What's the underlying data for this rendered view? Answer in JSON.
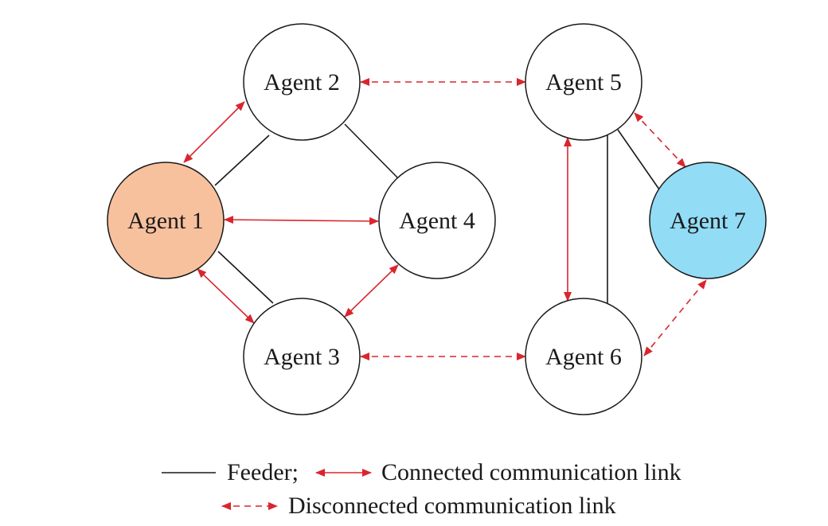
{
  "colors": {
    "feeder": "#1a1a1a",
    "link": "#d9262e",
    "agent_default_fill": "#ffffff",
    "agent_1_fill": "#f8c19d",
    "agent_7_fill": "#92dcf6"
  },
  "agents": [
    {
      "id": "a1",
      "label": "Agent 1",
      "fill": "#f8c19d"
    },
    {
      "id": "a2",
      "label": "Agent 2",
      "fill": "#ffffff"
    },
    {
      "id": "a3",
      "label": "Agent 3",
      "fill": "#ffffff"
    },
    {
      "id": "a4",
      "label": "Agent 4",
      "fill": "#ffffff"
    },
    {
      "id": "a5",
      "label": "Agent 5",
      "fill": "#ffffff"
    },
    {
      "id": "a6",
      "label": "Agent 6",
      "fill": "#ffffff"
    },
    {
      "id": "a7",
      "label": "Agent 7",
      "fill": "#92dcf6"
    }
  ],
  "feeders": [
    {
      "from": "a1",
      "to": "a2"
    },
    {
      "from": "a2",
      "to": "a4"
    },
    {
      "from": "a1",
      "to": "a3"
    },
    {
      "from": "a5",
      "to": "a6"
    },
    {
      "from": "a5",
      "to": "a7"
    }
  ],
  "connected_links": [
    {
      "from": "a1",
      "to": "a2"
    },
    {
      "from": "a1",
      "to": "a4"
    },
    {
      "from": "a1",
      "to": "a3"
    },
    {
      "from": "a3",
      "to": "a4"
    },
    {
      "from": "a5",
      "to": "a6"
    }
  ],
  "disconnected_links": [
    {
      "from": "a2",
      "to": "a5"
    },
    {
      "from": "a3",
      "to": "a6"
    },
    {
      "from": "a5",
      "to": "a7"
    },
    {
      "from": "a6",
      "to": "a7"
    }
  ],
  "legend": {
    "feeder_label": "Feeder;",
    "connected_label": "Connected communication link",
    "disconnected_label": "Disconnected communication link"
  }
}
